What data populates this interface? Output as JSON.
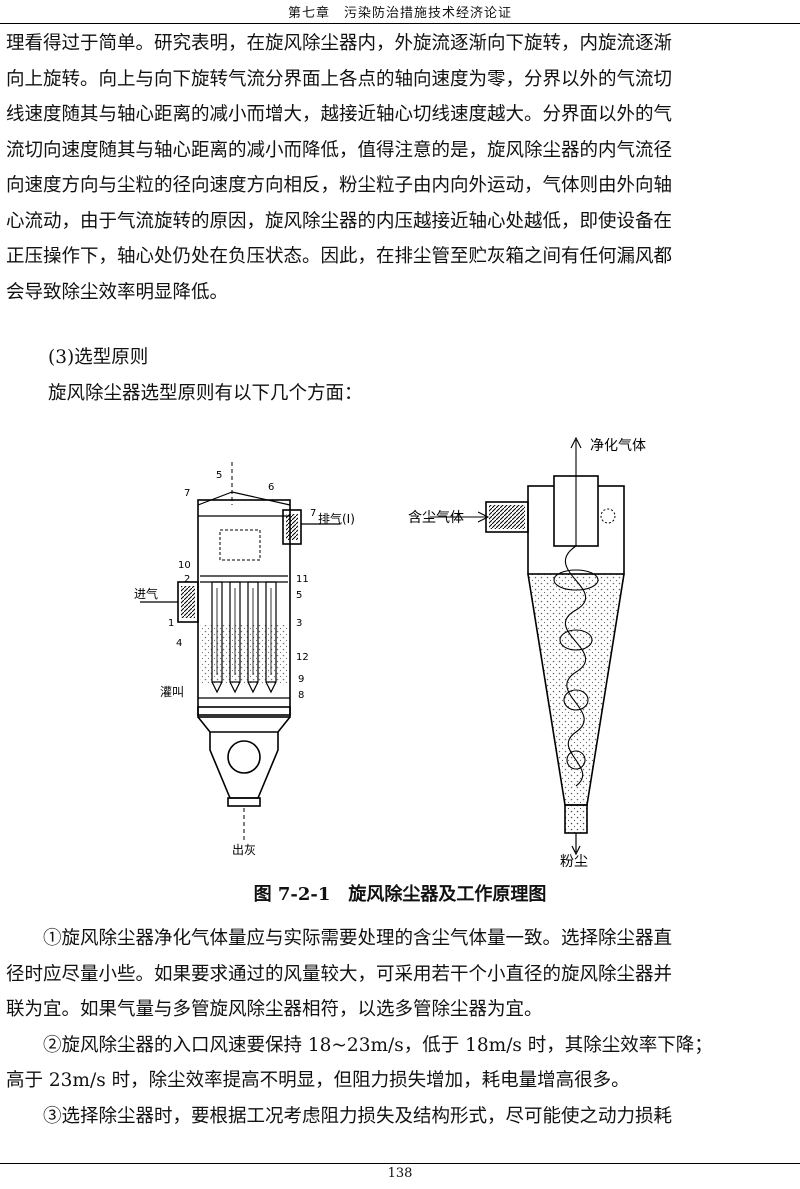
{
  "header": {
    "running_title": "第七章　污染防治措施技术经济论证"
  },
  "para1": {
    "lines": [
      "理看得过于简单。研究表明，在旋风除尘器内，外旋流逐渐向下旋转，内旋流逐渐",
      "向上旋转。向上与向下旋转气流分界面上各点的轴向速度为零，分界以外的气流切",
      "线速度随其与轴心距离的减小而增大，越接近轴心切线速度越大。分界面以外的气",
      "流切向速度随其与轴心距离的减小而降低，值得注意的是，旋风除尘器的内气流径",
      "向速度方向与尘粒的径向速度方向相反，粉尘粒子由内向外运动，气体则由外向轴",
      "心流动，由于气流旋转的原因，旋风除尘器的内压越接近轴心处越低，即使设备在",
      "正压操作下，轴心处仍处在负压状态。因此，在排尘管至贮灰箱之间有任何漏风都",
      "会导致除尘效率明显降低。"
    ]
  },
  "section": {
    "heading": "(3)选型原则",
    "intro": "旋风除尘器选型原则有以下几个方面："
  },
  "figure": {
    "caption": "图 7-2-1　旋风除尘器及工作原理图",
    "left_diagram": {
      "labels": {
        "l5": "5",
        "l7a": "7",
        "l6": "6",
        "l7b": "7",
        "exhaust": "排气(Ⅰ)",
        "l10": "10",
        "l2": "2",
        "l11": "11",
        "l5b": "5",
        "inlet": "进气",
        "l1": "1",
        "l3": "3",
        "l4": "4",
        "l12": "12",
        "l9": "9",
        "l8": "8",
        "cleaning": "灌叫",
        "ash_out": "出灰"
      }
    },
    "right_diagram": {
      "labels": {
        "clean_gas": "净化气体",
        "dusty_gas": "含尘气体",
        "dust": "粉尘"
      }
    }
  },
  "list_block": {
    "items": [
      {
        "lines": [
          "①旋风除尘器净化气体量应与实际需要处理的含尘气体量一致。选择除尘器直",
          "径时应尽量小些。如果要求通过的风量较大，可采用若干个小直径的旋风除尘器并",
          "联为宜。如果气量与多管旋风除尘器相符，以选多管除尘器为宜。"
        ]
      },
      {
        "lines": [
          "②旋风除尘器的入口风速要保持 18~23m/s，低于 18m/s 时，其除尘效率下降；",
          "高于 23m/s 时，除尘效率提高不明显，但阻力损失增加，耗电量增高很多。"
        ]
      },
      {
        "lines": [
          "③选择除尘器时，要根据工况考虑阻力损失及结构形式，尽可能使之动力损耗"
        ]
      }
    ]
  },
  "footer": {
    "page_number": "138"
  }
}
